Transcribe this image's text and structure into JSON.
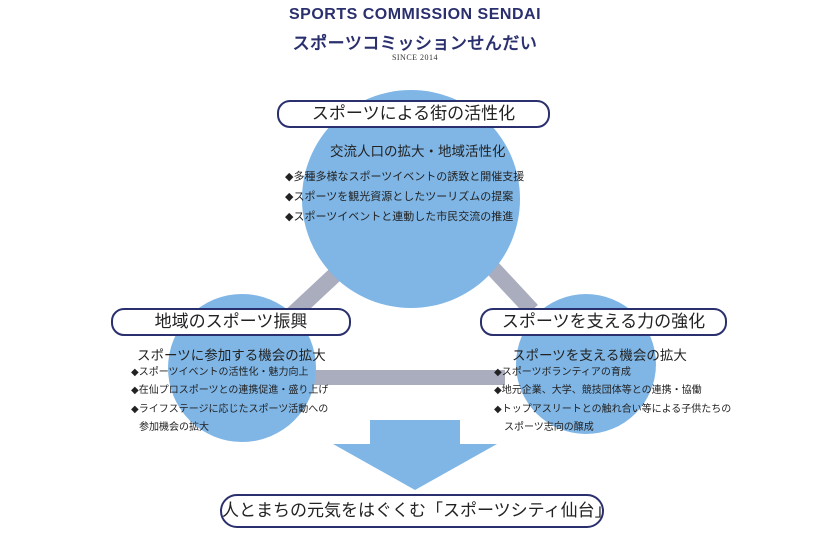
{
  "header": {
    "title": "SPORTS COMMISSION SENDAI",
    "subtitle": "スポーツコミッションせんだい",
    "since": "SINCE 2014"
  },
  "center": {
    "title": "スポーツによる街の活性化",
    "subhead": "交流人口の拡大・地域活性化",
    "items": [
      "◆多種多様なスポーツイベントの誘致と開催支援",
      "◆スポーツを観光資源としたツーリズムの提案",
      "◆スポーツイベントと連動した市民交流の推進"
    ]
  },
  "left": {
    "title": "地域のスポーツ振興",
    "subhead": "スポーツに参加する機会の拡大",
    "items": [
      "◆スポーツイベントの活性化・魅力向上",
      "◆在仙プロスポーツとの連携促進・盛り上げ",
      "◆ライフステージに応じたスポーツ活動への",
      "参加機会の拡大"
    ]
  },
  "right": {
    "title": "スポーツを支える力の強化",
    "subhead": "スポーツを支える機会の拡大",
    "items": [
      "◆スポーツボランティアの育成",
      "◆地元企業、大学、競技団体等との連携・協働",
      "◆トップアスリートとの触れ合い等による子供たちの",
      "スポーツ志向の醸成"
    ]
  },
  "bottom": {
    "label": "人とまちの元気をはぐくむ「スポーツシティ仙台」"
  },
  "colors": {
    "circle": "#7fb6e6",
    "connector": "#a9adbd",
    "border": "#2a2f6e"
  }
}
